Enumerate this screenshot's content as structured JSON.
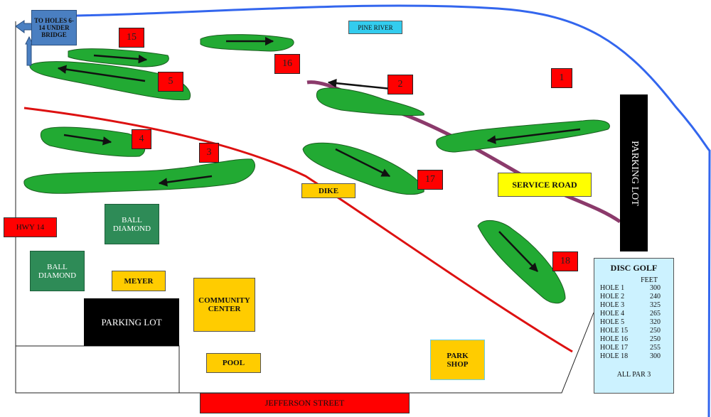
{
  "map": {
    "directions": "TO HOLES 6-14 UNDER BRIDGE",
    "pine_river": "PINE RIVER",
    "hole_labels": [
      "15",
      "16",
      "5",
      "2",
      "1",
      "4",
      "3",
      "17",
      "18"
    ],
    "service_road": "SERVICE ROAD",
    "dike": "DIKE",
    "parking_lot_east": "PARKING LOT",
    "parking_lot_west": "PARKING LOT",
    "hwy": "HWY 14",
    "ball_diamond_1": "BALL DIAMOND",
    "ball_diamond_2": "BALL DIAMOND",
    "meyer": "MEYER",
    "community_center": "COMMUNITY CENTER",
    "pool": "POOL",
    "park_shop": "PARK SHOP",
    "jefferson_street": "JEFFERSON STREET"
  },
  "legend": {
    "title": "DISC GOLF",
    "feet_header": "FEET",
    "rows": [
      {
        "hole": "HOLE 1",
        "feet": "300"
      },
      {
        "hole": "HOLE 2",
        "feet": "240"
      },
      {
        "hole": "HOLE 3",
        "feet": "325"
      },
      {
        "hole": "HOLE 4",
        "feet": "265"
      },
      {
        "hole": "HOLE 5",
        "feet": "320"
      },
      {
        "hole": "HOLE 15",
        "feet": "250"
      },
      {
        "hole": "HOLE 16",
        "feet": "250"
      },
      {
        "hole": "HOLE 17",
        "feet": "255"
      },
      {
        "hole": "HOLE 18",
        "feet": "300"
      }
    ],
    "footer": "ALL PAR 3"
  },
  "colors": {
    "river": "#3366ee",
    "fairway": "#22aa33",
    "service_road": "#8b3a6b",
    "dike": "#dd1111"
  }
}
